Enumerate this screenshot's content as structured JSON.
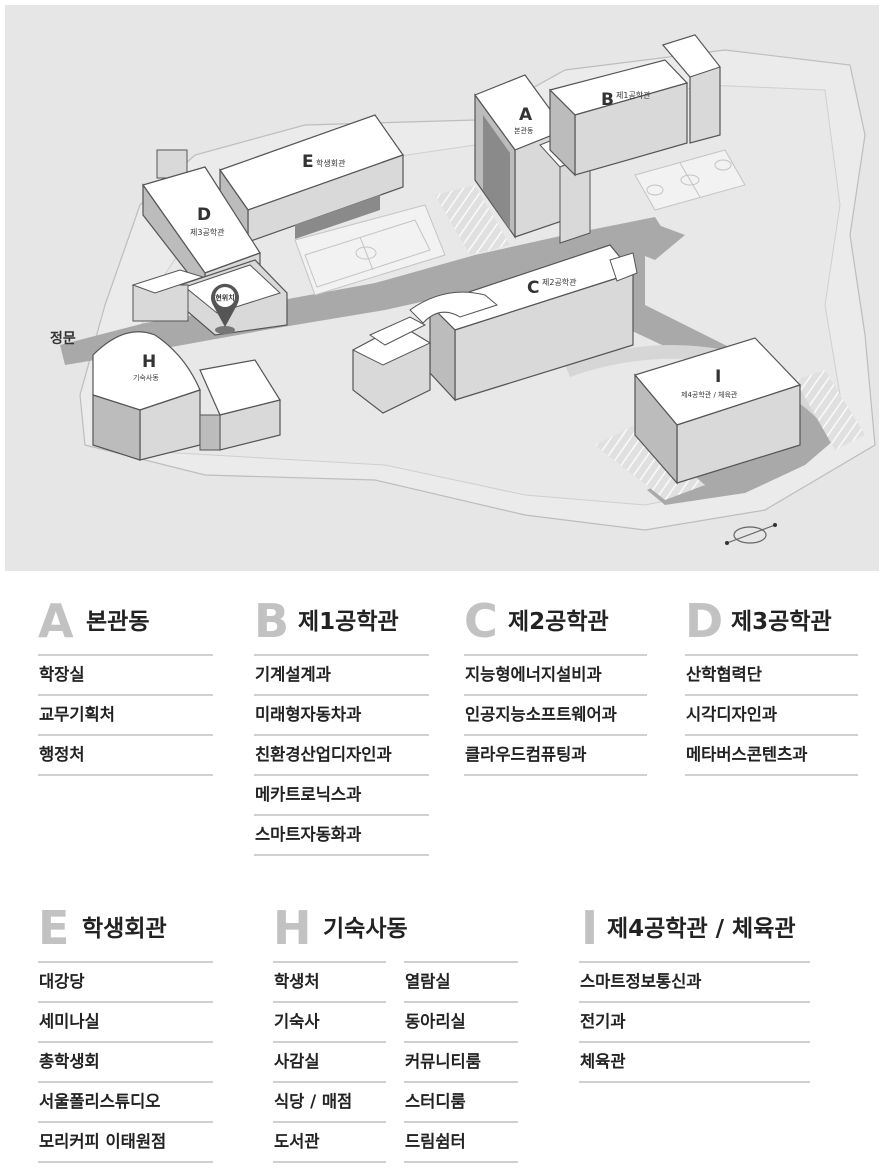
{
  "map": {
    "labels": {
      "main_gate": "정문",
      "current_location": "현위치"
    },
    "buildings": [
      {
        "letter": "A",
        "name": "본관동"
      },
      {
        "letter": "B",
        "name": "제1공학관"
      },
      {
        "letter": "C",
        "name": "제2공학관"
      },
      {
        "letter": "D",
        "name": "제3공학관"
      },
      {
        "letter": "E",
        "name": "학생회관"
      },
      {
        "letter": "H",
        "name": "기숙사동"
      },
      {
        "letter": "I",
        "name": "제4공학관 / 체육관"
      }
    ]
  },
  "directory": {
    "A": {
      "letter": "A",
      "title": "본관동",
      "items": [
        "학장실",
        "교무기획처",
        "행정처"
      ]
    },
    "B": {
      "letter": "B",
      "title": "제1공학관",
      "items": [
        "기계설계과",
        "미래형자동차과",
        "친환경산업디자인과",
        "메카트로닉스과",
        "스마트자동화과"
      ]
    },
    "C": {
      "letter": "C",
      "title": "제2공학관",
      "items": [
        "지능형에너지설비과",
        "인공지능소프트웨어과",
        "클라우드컴퓨팅과"
      ]
    },
    "D": {
      "letter": "D",
      "title": "제3공학관",
      "items": [
        "산학협력단",
        "시각디자인과",
        "메타버스콘텐츠과"
      ]
    },
    "E": {
      "letter": "E",
      "title": "학생회관",
      "items": [
        "대강당",
        "세미나실",
        "총학생회",
        "서울폴리스튜디오",
        "모리커피 이태원점"
      ]
    },
    "H": {
      "letter": "H",
      "title": "기숙사동",
      "items_left": [
        "학생처",
        "기숙사",
        "사감실",
        "식당 / 매점",
        "도서관"
      ],
      "items_right": [
        "열람실",
        "동아리실",
        "커뮤니티룸",
        "스터디룸",
        "드림쉼터"
      ]
    },
    "I": {
      "letter": "I",
      "title": "제4공학관 / 체육관",
      "items": [
        "스마트정보통신과",
        "전기과",
        "체육관"
      ]
    }
  },
  "colors": {
    "map_bg": "#e6e6e6",
    "road": "#a9a9a9",
    "building_top": "#ffffff",
    "building_front": "#d9d9d9",
    "building_side": "#bcbcbc",
    "letter_gray": "#c2c2c2",
    "divider": "#d0d0d0"
  }
}
